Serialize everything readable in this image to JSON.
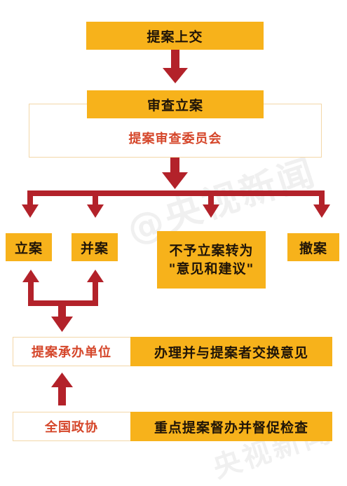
{
  "nodes": {
    "submit": "提案上交",
    "review": "审查立案",
    "committee": "提案审查委员会",
    "file": "立案",
    "merge": "并案",
    "reject_line1": "不予立案转为",
    "reject_line2": "\"意见和建议\"",
    "withdraw": "撤案",
    "handler_label": "提案承办单位",
    "handler_action": "办理并与提案者交换意见",
    "cppcc_label": "全国政协",
    "cppcc_action": "重点提案督办并督促检查"
  },
  "watermarks": {
    "top": "@央视新闻",
    "bottom": "央视新闻"
  },
  "colors": {
    "box_fill": "#f7b21b",
    "arrow": "#b3222a",
    "label_text": "#d5462a",
    "outline": "#f3d7a8"
  }
}
